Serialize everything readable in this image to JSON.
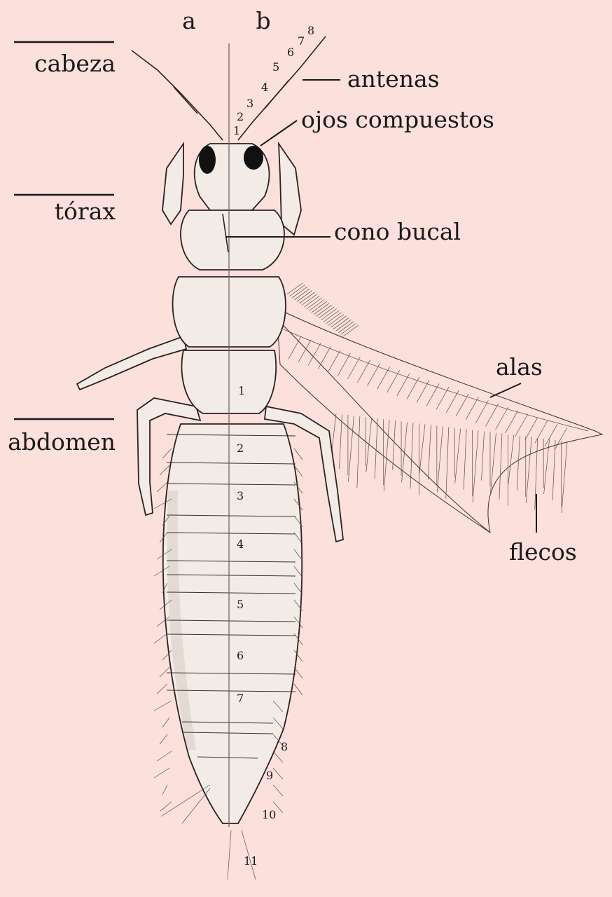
{
  "column_labels": {
    "a": "a",
    "b": "b"
  },
  "regions": {
    "head": "cabeza",
    "thorax": "tórax",
    "abdomen": "abdomen"
  },
  "callouts": {
    "antennae": "antenas",
    "compound_eyes": "ojos compuestos",
    "mouth_cone": "cono bucal",
    "wings": "alas",
    "fringes": "flecos"
  },
  "antenna_segments": [
    "1",
    "2",
    "3",
    "4",
    "5",
    "6",
    "7",
    "8"
  ],
  "abdominal_segments": [
    "1",
    "2",
    "3",
    "4",
    "5",
    "6",
    "7",
    "8",
    "9",
    "10",
    "11"
  ],
  "colors": {
    "background": "#fbe0dc",
    "ink": "#2a2220"
  }
}
